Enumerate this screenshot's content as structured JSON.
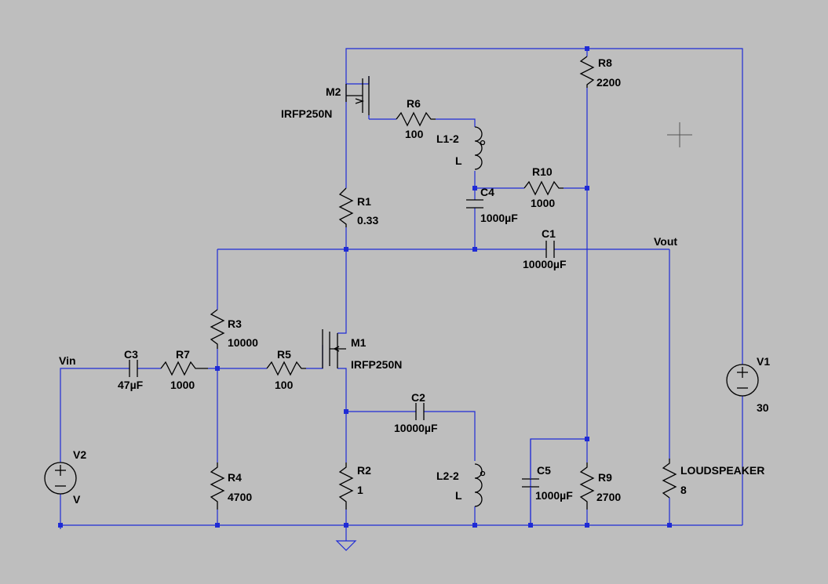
{
  "nets": {
    "vin": "Vin",
    "vout": "Vout"
  },
  "components": {
    "M2": {
      "ref": "M2",
      "value": "IRFP250N"
    },
    "M1": {
      "ref": "M1",
      "value": "IRFP250N"
    },
    "R6": {
      "ref": "R6",
      "value": "100"
    },
    "L1": {
      "ref": "L1-2",
      "value": "L"
    },
    "R10": {
      "ref": "R10",
      "value": "1000"
    },
    "C4": {
      "ref": "C4",
      "value": "1000µF"
    },
    "R8": {
      "ref": "R8",
      "value": "2200"
    },
    "R1": {
      "ref": "R1",
      "value": "0.33"
    },
    "C1": {
      "ref": "C1",
      "value": "10000µF"
    },
    "R3": {
      "ref": "R3",
      "value": "10000"
    },
    "C3": {
      "ref": "C3",
      "value": "47µF"
    },
    "R7": {
      "ref": "R7",
      "value": "1000"
    },
    "R5": {
      "ref": "R5",
      "value": "100"
    },
    "C2": {
      "ref": "C2",
      "value": "10000µF"
    },
    "V2": {
      "ref": "V2",
      "value": "V"
    },
    "R4": {
      "ref": "R4",
      "value": "4700"
    },
    "R2": {
      "ref": "R2",
      "value": "1"
    },
    "L2": {
      "ref": "L2-2",
      "value": "L"
    },
    "C5": {
      "ref": "C5",
      "value": "1000µF"
    },
    "R9": {
      "ref": "R9",
      "value": "2700"
    },
    "SPK": {
      "ref": "LOUDSPEAKER",
      "value": "8"
    },
    "V1": {
      "ref": "V1",
      "value": "30"
    }
  }
}
